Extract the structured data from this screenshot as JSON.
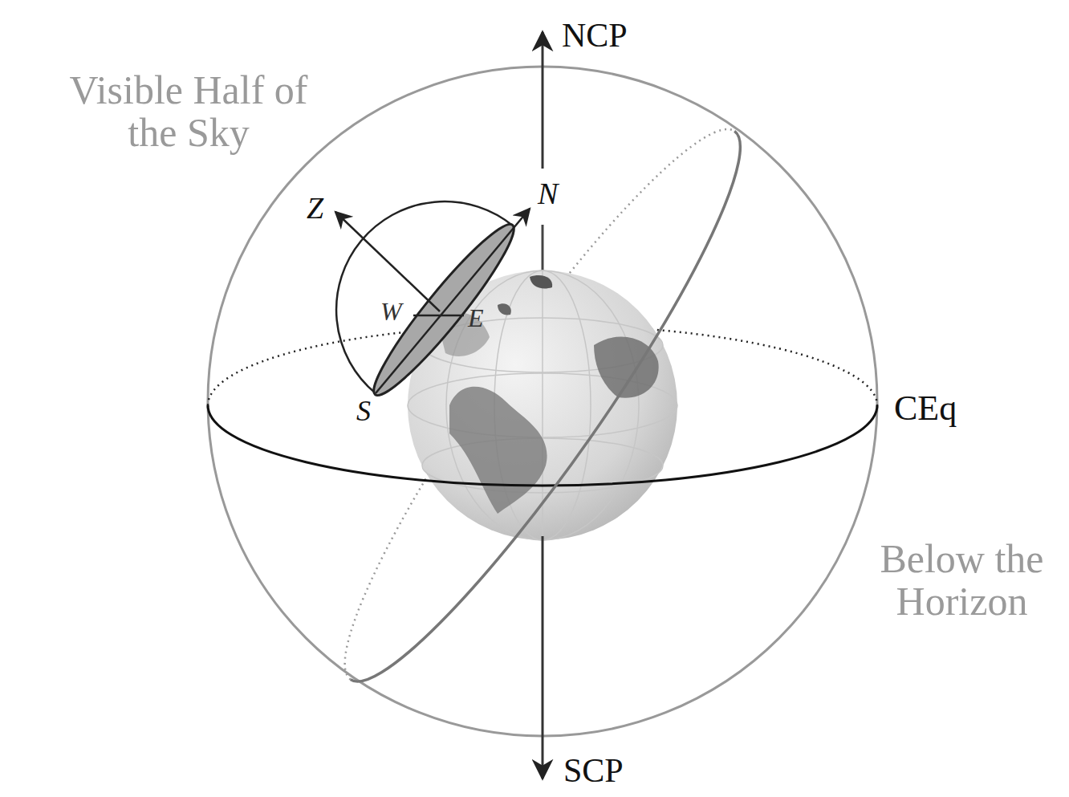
{
  "diagram": {
    "labels": [
      "NCP",
      "Visible Half of the Sky",
      "Z",
      "N",
      "W",
      "E",
      "S",
      "CEq",
      "Below the Horizon",
      "SCP"
    ]
  }
}
